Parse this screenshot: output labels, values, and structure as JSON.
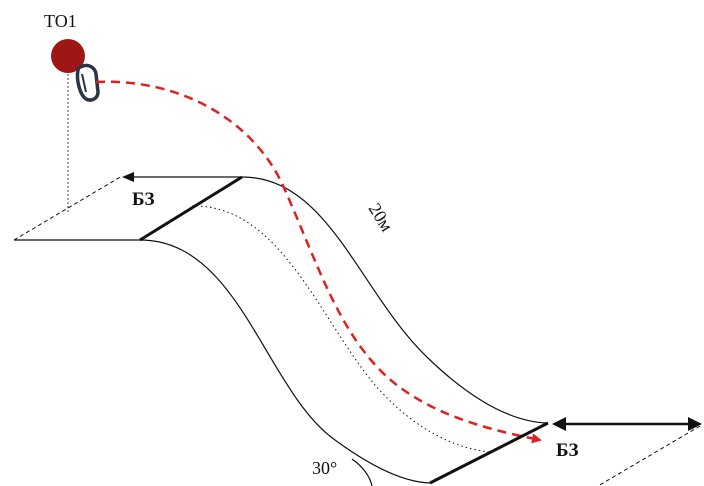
{
  "labels": {
    "anchor": "ТО1",
    "zone_top": "БЗ",
    "zone_bottom": "БЗ",
    "length": "20м",
    "angle": "30°"
  },
  "colors": {
    "anchor_fill": "#9e1616",
    "path_dashed": "#e02020",
    "line": "#111111",
    "carabiner": "#2b3445"
  }
}
